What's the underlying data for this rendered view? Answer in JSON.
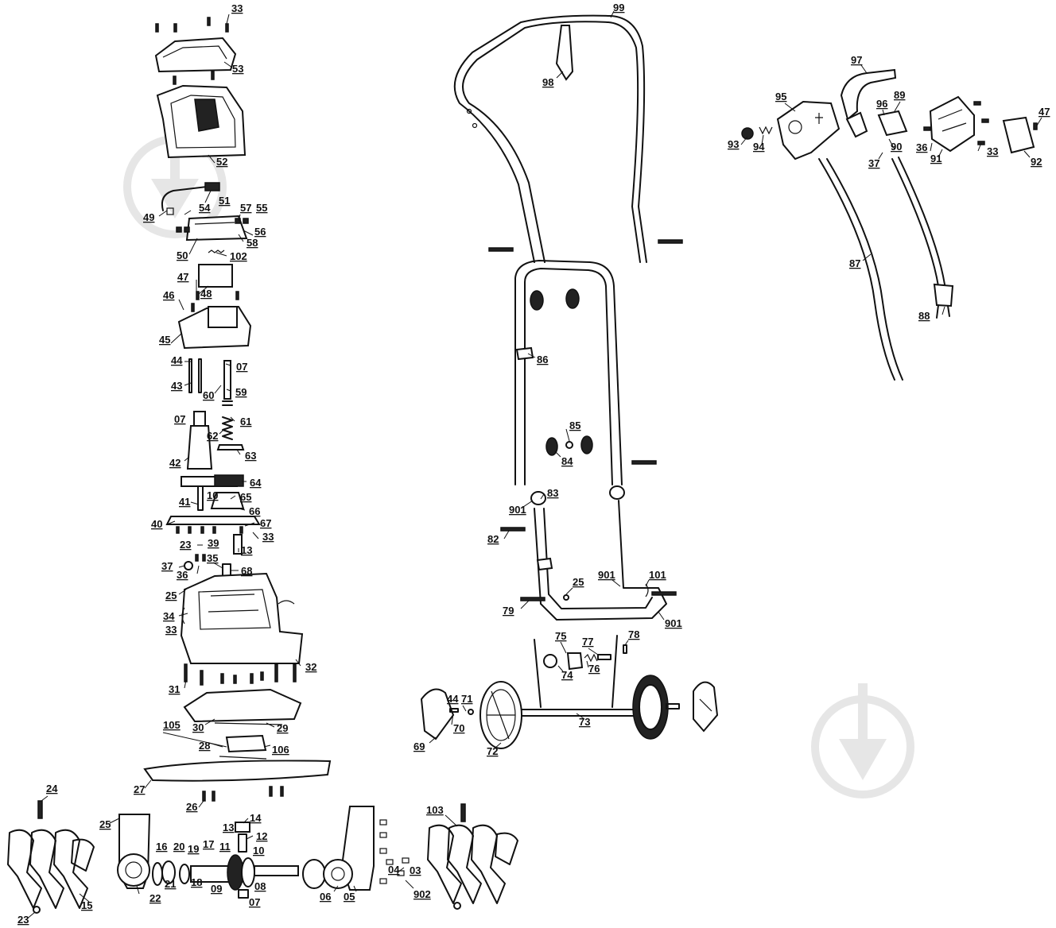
{
  "labels": [
    {
      "id": "33"
    },
    {
      "id": "53"
    },
    {
      "id": "52"
    },
    {
      "id": "51"
    },
    {
      "id": "49"
    },
    {
      "id": "54"
    },
    {
      "id": "57"
    },
    {
      "id": "55"
    },
    {
      "id": "56"
    },
    {
      "id": "58"
    },
    {
      "id": "50"
    },
    {
      "id": "102"
    },
    {
      "id": "47"
    },
    {
      "id": "48"
    },
    {
      "id": "46"
    },
    {
      "id": "45"
    },
    {
      "id": "44"
    },
    {
      "id": "07"
    },
    {
      "id": "43"
    },
    {
      "id": "60"
    },
    {
      "id": "59"
    },
    {
      "id": "61"
    },
    {
      "id": "62"
    },
    {
      "id": "63"
    },
    {
      "id": "42"
    },
    {
      "id": "64"
    },
    {
      "id": "10"
    },
    {
      "id": "65"
    },
    {
      "id": "41"
    },
    {
      "id": "66"
    },
    {
      "id": "40"
    },
    {
      "id": "67"
    },
    {
      "id": "23"
    },
    {
      "id": "39"
    },
    {
      "id": "13"
    },
    {
      "id": "37"
    },
    {
      "id": "36"
    },
    {
      "id": "35"
    },
    {
      "id": "68"
    },
    {
      "id": "25"
    },
    {
      "id": "34"
    },
    {
      "id": "32"
    },
    {
      "id": "31"
    },
    {
      "id": "30"
    },
    {
      "id": "29"
    },
    {
      "id": "105"
    },
    {
      "id": "28"
    },
    {
      "id": "106"
    },
    {
      "id": "27"
    },
    {
      "id": "24"
    },
    {
      "id": "26"
    },
    {
      "id": "14"
    },
    {
      "id": "12"
    },
    {
      "id": "16"
    },
    {
      "id": "20"
    },
    {
      "id": "17"
    },
    {
      "id": "11"
    },
    {
      "id": "19"
    },
    {
      "id": "21"
    },
    {
      "id": "18"
    },
    {
      "id": "09"
    },
    {
      "id": "08"
    },
    {
      "id": "22"
    },
    {
      "id": "15"
    },
    {
      "id": "06"
    },
    {
      "id": "05"
    },
    {
      "id": "04"
    },
    {
      "id": "03"
    },
    {
      "id": "902"
    },
    {
      "id": "103"
    },
    {
      "id": "99"
    },
    {
      "id": "98"
    },
    {
      "id": "86"
    },
    {
      "id": "85"
    },
    {
      "id": "84"
    },
    {
      "id": "83"
    },
    {
      "id": "901"
    },
    {
      "id": "82"
    },
    {
      "id": "101"
    },
    {
      "id": "79"
    },
    {
      "id": "75"
    },
    {
      "id": "77"
    },
    {
      "id": "78"
    },
    {
      "id": "74"
    },
    {
      "id": "76"
    },
    {
      "id": "71"
    },
    {
      "id": "70"
    },
    {
      "id": "69"
    },
    {
      "id": "72"
    },
    {
      "id": "73"
    },
    {
      "id": "97"
    },
    {
      "id": "95"
    },
    {
      "id": "96"
    },
    {
      "id": "89"
    },
    {
      "id": "93"
    },
    {
      "id": "94"
    },
    {
      "id": "90"
    },
    {
      "id": "91"
    },
    {
      "id": "92"
    },
    {
      "id": "88"
    },
    {
      "id": "87"
    }
  ]
}
